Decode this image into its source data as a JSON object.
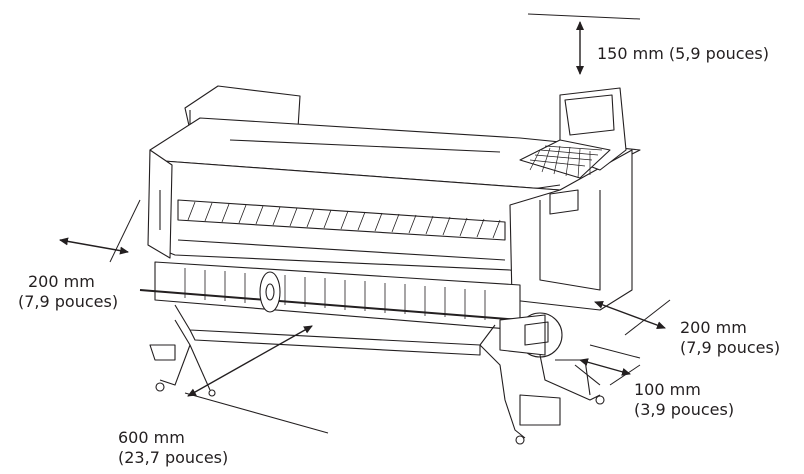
{
  "dimensions": {
    "top": {
      "line1": "150 mm (5,9 pouces)"
    },
    "left": {
      "line1": "200 mm",
      "line2": "(7,9 pouces)"
    },
    "right": {
      "line1": "200 mm",
      "line2": "(7,9 pouces)"
    },
    "back_right": {
      "line1": "100 mm",
      "line2": "(3,9 pouces)"
    },
    "front": {
      "line1": "600 mm",
      "line2": "(23,7 pouces)"
    }
  },
  "colors": {
    "ink": "#231f20",
    "background": "#ffffff"
  }
}
